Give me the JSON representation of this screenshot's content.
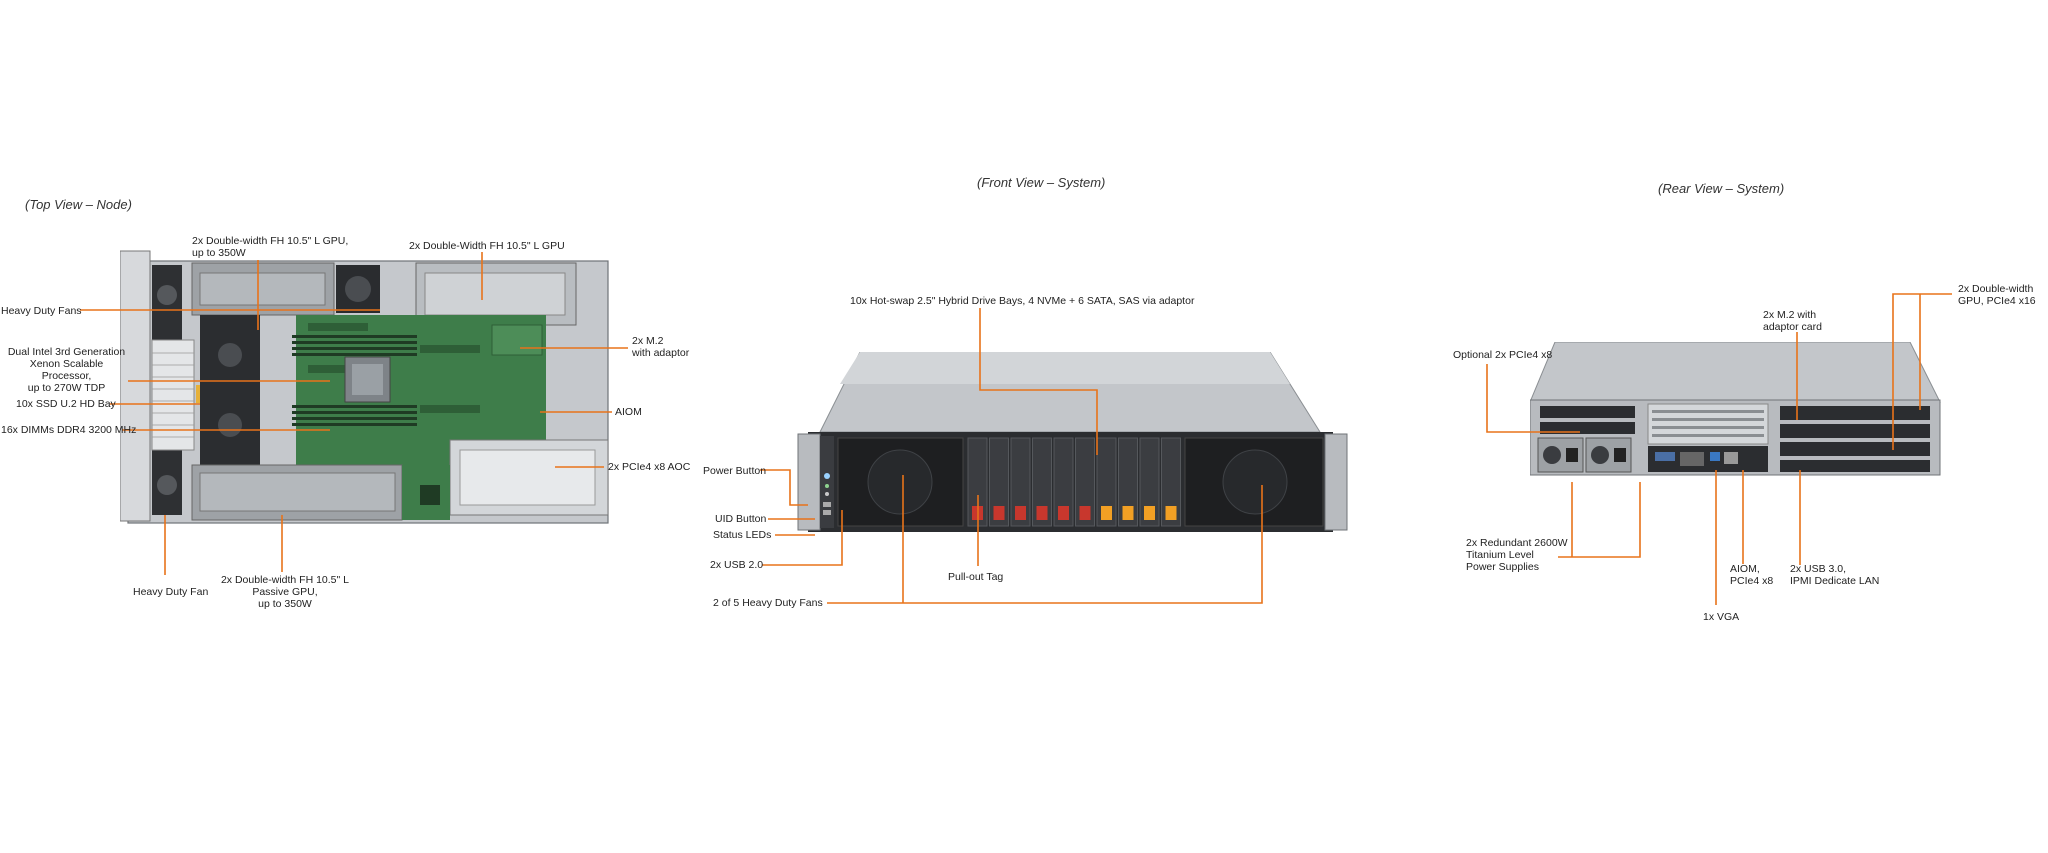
{
  "views": {
    "top": {
      "title": "(Top View – Node)"
    },
    "front": {
      "title": "(Front View – System)"
    },
    "rear": {
      "title": "(Rear View – System)"
    }
  },
  "top_labels": {
    "gpu_top_left": [
      "2x Double-width FH 10.5\" L GPU,",
      "up to 350W"
    ],
    "gpu_top_right": "2x Double-Width FH 10.5\" L GPU",
    "heavy_fans": "Heavy Duty Fans",
    "cpu": [
      "Dual Intel 3rd Generation",
      "Xenon Scalable Processor,",
      "up to 270W TDP"
    ],
    "m2": [
      "2x M.2",
      "with adaptor"
    ],
    "ssd": "10x SSD U.2 HD Bay",
    "aiom": "AIOM",
    "dimms": "16x DIMMs DDR4 3200 MHz",
    "pcie_aoc": "2x PCIe4 x8 AOC",
    "heavy_fan": "Heavy Duty Fan",
    "passive_gpu": [
      "2x Double-width FH 10.5\" L",
      "Passive GPU,",
      "up to 350W"
    ]
  },
  "front_labels": {
    "drive_bays": "10x Hot-swap 2.5\" Hybrid Drive Bays, 4 NVMe + 6 SATA, SAS via adaptor",
    "power_button": "Power Button",
    "uid_button": "UID Button",
    "status_leds": "Status LEDs",
    "usb20": "2x USB 2.0",
    "pullout_tag": "Pull-out Tag",
    "fans": "2 of 5 Heavy Duty Fans"
  },
  "rear_labels": {
    "gpu_x16": [
      "2x Double-width",
      "GPU, PCIe4 x16"
    ],
    "m2_adaptor": [
      "2x M.2 with",
      "adaptor card"
    ],
    "opt_pcie": "Optional 2x PCIe4 x8",
    "psu": [
      "2x Redundant 2600W",
      "Titanium Level",
      "Power Supplies"
    ],
    "aiom": [
      "AIOM,",
      "PCIe4 x8"
    ],
    "usb30": [
      "2x USB 3.0,",
      "IPMI Dedicate LAN"
    ],
    "vga": "1x VGA"
  },
  "colors": {
    "leader": "#e8731a",
    "chassis": "#a9adb2",
    "dark": "#2b2d30",
    "pcb": "#3e7d4a",
    "drive_orange": "#f2a024",
    "drive_red": "#c8372d"
  }
}
